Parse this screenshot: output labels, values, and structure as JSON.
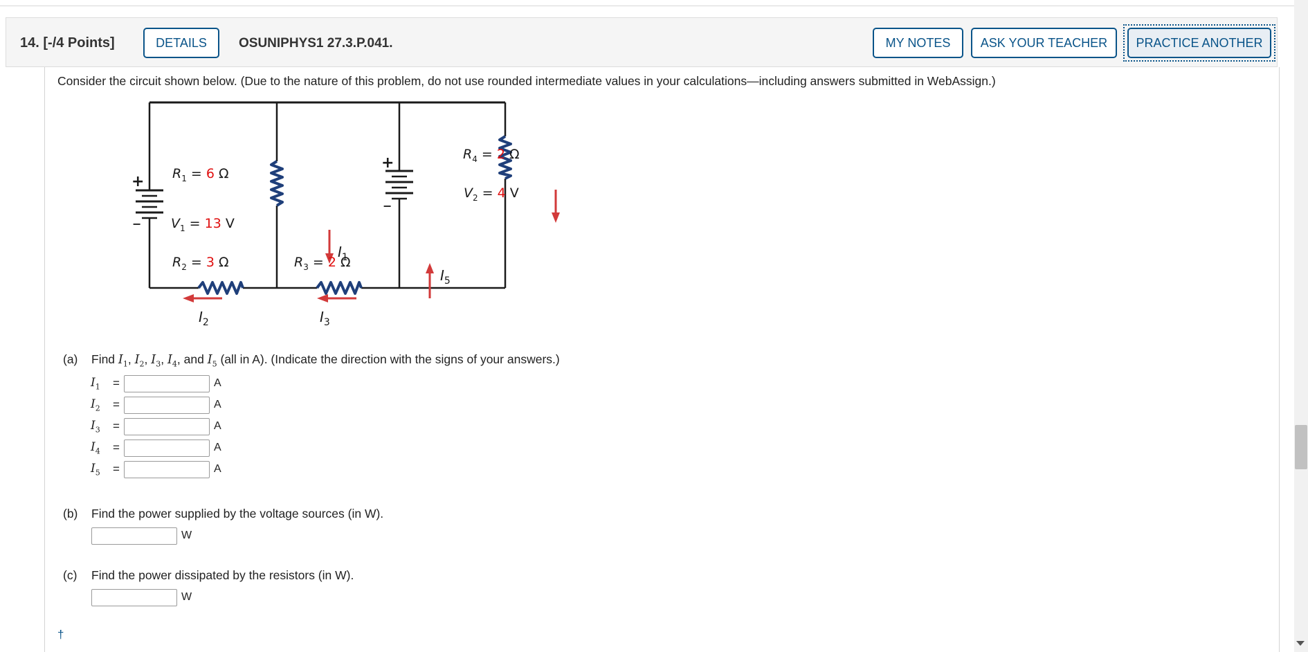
{
  "question": {
    "number": "14.",
    "points": "[-/4 Points]",
    "details_label": "DETAILS",
    "code": "OSUNIPHYS1 27.3.P.041.",
    "my_notes_label": "MY NOTES",
    "ask_teacher_label": "ASK YOUR TEACHER",
    "practice_label": "PRACTICE ANOTHER"
  },
  "prompt": "Consider the circuit shown below. (Due to the nature of this problem, do not use rounded intermediate values in your calculations—including answers submitted in WebAssign.)",
  "circuit": {
    "R1": {
      "sym": "R",
      "sub": "1",
      "eq": " = ",
      "val": "6",
      "unit": " Ω"
    },
    "R2": {
      "sym": "R",
      "sub": "2",
      "eq": " = ",
      "val": "3",
      "unit": " Ω"
    },
    "R3": {
      "sym": "R",
      "sub": "3",
      "eq": " = ",
      "val": "2",
      "unit": " Ω"
    },
    "R4": {
      "sym": "R",
      "sub": "4",
      "eq": " = ",
      "val": "2",
      "unit": " Ω"
    },
    "V1": {
      "sym": "V",
      "sub": "1",
      "eq": " = ",
      "val": "13",
      "unit": " V"
    },
    "V2": {
      "sym": "V",
      "sub": "2",
      "eq": " = ",
      "val": "4",
      "unit": " V"
    },
    "currents": {
      "I1": "1",
      "I2": "2",
      "I3": "3",
      "I4": "4",
      "I5": "5"
    },
    "current_symbol": "I",
    "plus": "+",
    "minus": "−",
    "colors": {
      "wire": "#1a1a1a",
      "resistor": "#1f3f7a",
      "arrow": "#d23a3a",
      "value": "#e01010"
    }
  },
  "part_a": {
    "tag": "(a)",
    "text_find": "Find",
    "text_rest": "(all in A). (Indicate the direction with the signs of your answers.)",
    "and_text": "and",
    "sep": ",",
    "rows": [
      {
        "sym": "I",
        "sub": "1",
        "eq": "=",
        "value": "",
        "unit": "A"
      },
      {
        "sym": "I",
        "sub": "2",
        "eq": "=",
        "value": "",
        "unit": "A"
      },
      {
        "sym": "I",
        "sub": "3",
        "eq": "=",
        "value": "",
        "unit": "A"
      },
      {
        "sym": "I",
        "sub": "4",
        "eq": "=",
        "value": "",
        "unit": "A"
      },
      {
        "sym": "I",
        "sub": "5",
        "eq": "=",
        "value": "",
        "unit": "A"
      }
    ]
  },
  "part_b": {
    "tag": "(b)",
    "text": "Find the power supplied by the voltage sources (in W).",
    "value": "",
    "unit": "W"
  },
  "part_c": {
    "tag": "(c)",
    "text": "Find the power dissipated by the resistors (in W).",
    "value": "",
    "unit": "W"
  },
  "footnote_mark": "†"
}
